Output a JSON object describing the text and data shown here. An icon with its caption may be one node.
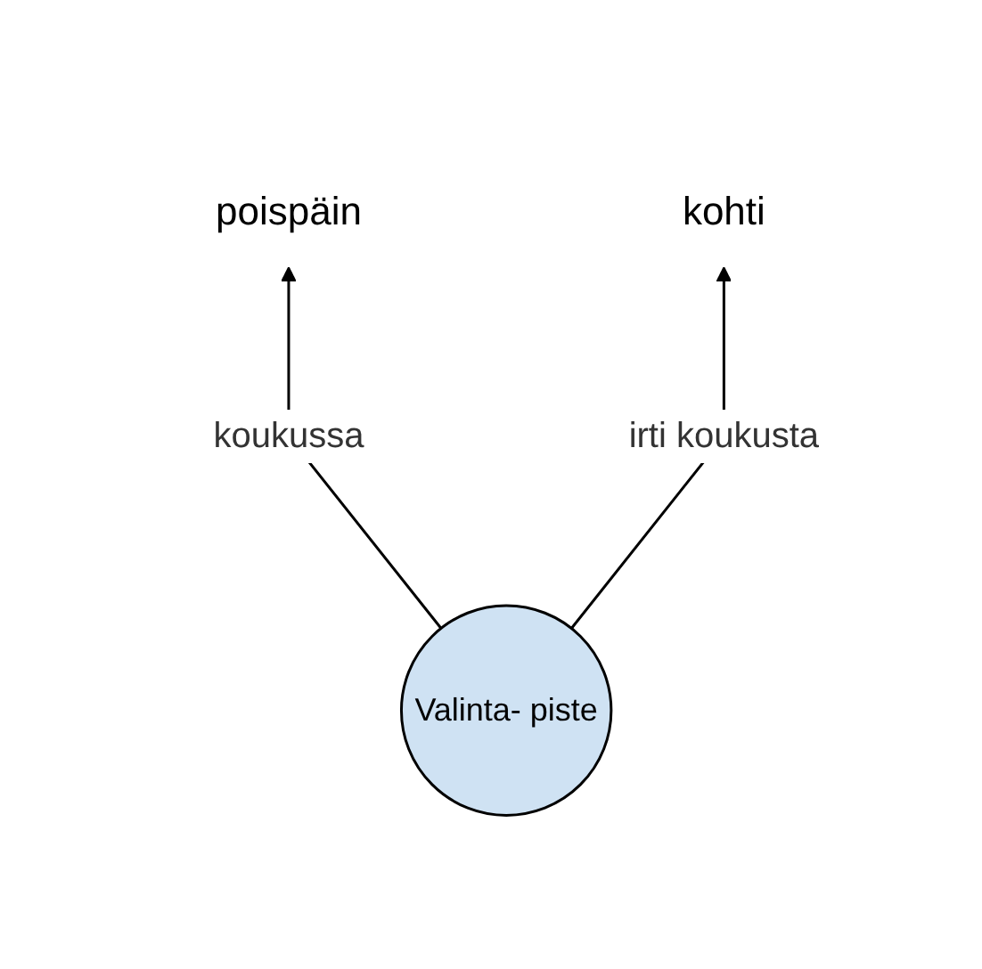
{
  "diagram": {
    "nodes": [
      {
        "text": [
          "poispäin"
        ]
      },
      {
        "text": [
          "kohti"
        ]
      },
      {
        "text": [
          "Valinta- piste"
        ]
      }
    ],
    "edges": [
      {
        "from": 2,
        "to": 0,
        "arrow": "to",
        "label": "koukussa"
      },
      {
        "from": 2,
        "to": 1,
        "arrow": "to",
        "label": "irti koukusta"
      }
    ]
  }
}
